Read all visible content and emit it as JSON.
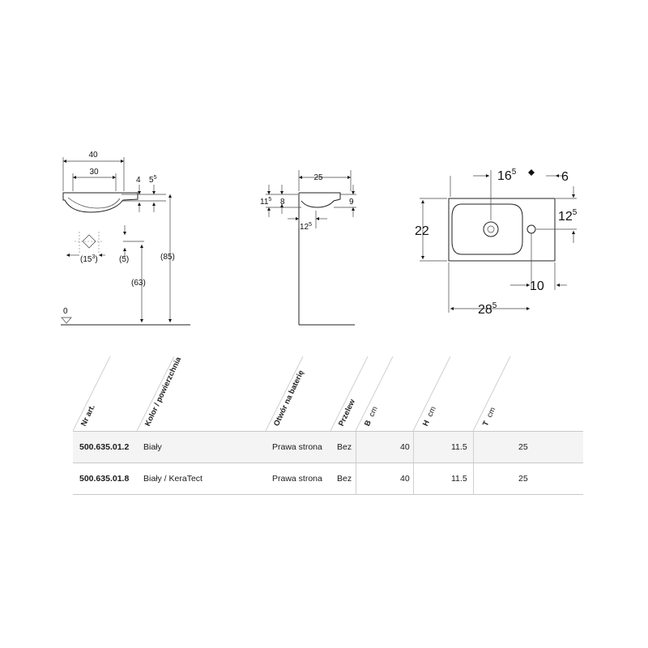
{
  "dimensions": {
    "side": {
      "total_width": "40",
      "bowl_width": "30",
      "rim": "4",
      "depth_top": "5",
      "depth_top_sup": "5",
      "drain_offset": "15",
      "drain_offset_sup": "3",
      "drain_gap": "(5)",
      "height_overflow": "(63)",
      "height_total": "(85)",
      "floor": "0"
    },
    "front": {
      "width": "25",
      "h1": "11",
      "h1_sup": "5",
      "h2": "8",
      "h3": "9",
      "offset": "12",
      "offset_sup": "5"
    },
    "top": {
      "tap_from_left": "16",
      "tap_from_left_sup": "5",
      "edge_right": "6",
      "tap_from_back": "12",
      "tap_from_back_sup": "5",
      "depth": "22",
      "tap_from_right": "10",
      "length": "28",
      "length_sup": "5"
    }
  },
  "table": {
    "headers": [
      {
        "label": "Nr art.",
        "unit": ""
      },
      {
        "label": "Kolor / powierzchnia",
        "unit": ""
      },
      {
        "label": "Otwór na baterię",
        "unit": ""
      },
      {
        "label": "Przelew",
        "unit": ""
      },
      {
        "label": "B",
        "unit": "cm"
      },
      {
        "label": "H",
        "unit": "cm"
      },
      {
        "label": "T",
        "unit": "cm"
      }
    ],
    "rows": [
      {
        "art": "500.635.01.2",
        "color": "Biały",
        "tap": "Prawa strona",
        "overflow": "Bez",
        "b": "40",
        "h": "11.5",
        "t": "25"
      },
      {
        "art": "500.635.01.8",
        "color": "Biały / KeraTect",
        "tap": "Prawa strona",
        "overflow": "Bez",
        "b": "40",
        "h": "11.5",
        "t": "25"
      }
    ]
  }
}
